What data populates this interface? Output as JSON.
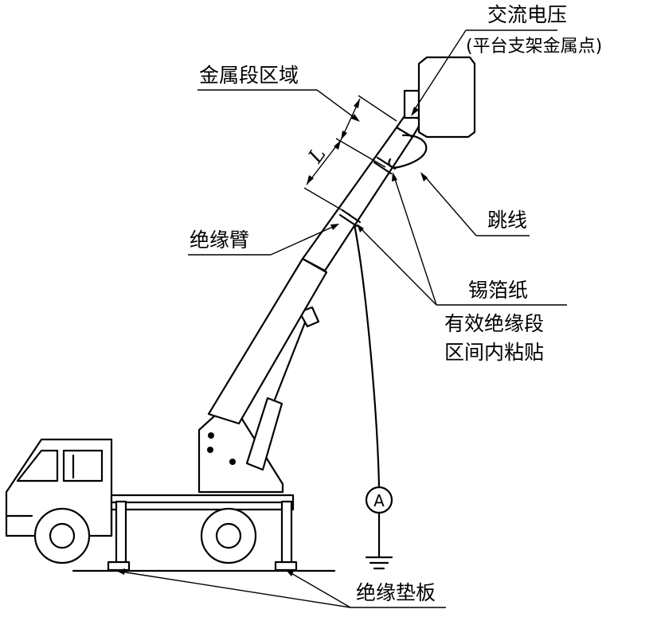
{
  "labels": {
    "ac_voltage": "交流电压",
    "platform_point": "(平台支架金属点)",
    "metal_section": "金属段区域",
    "length_mark": "L",
    "jumper": "跳线",
    "insulating_arm": "绝缘臂",
    "tin_foil": "锡箔纸",
    "tin_foil_note_line1": "有效绝缘段",
    "tin_foil_note_line2": "区间内粘贴",
    "ammeter": "A",
    "insulating_pad": "绝缘垫板"
  }
}
